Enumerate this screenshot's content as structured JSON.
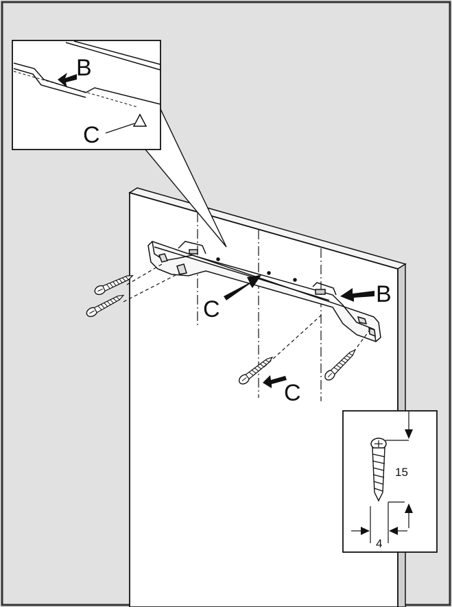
{
  "labels": {
    "detail_b": "B",
    "detail_c": "C",
    "main_b": "B",
    "main_c_left": "C",
    "main_c_bottom": "C"
  },
  "screw_detail": {
    "length": "15",
    "diameter": "4"
  },
  "colors": {
    "background": "#e1e1e1",
    "panel": "#ffffff",
    "line": "#111111",
    "frame": "#333333"
  }
}
